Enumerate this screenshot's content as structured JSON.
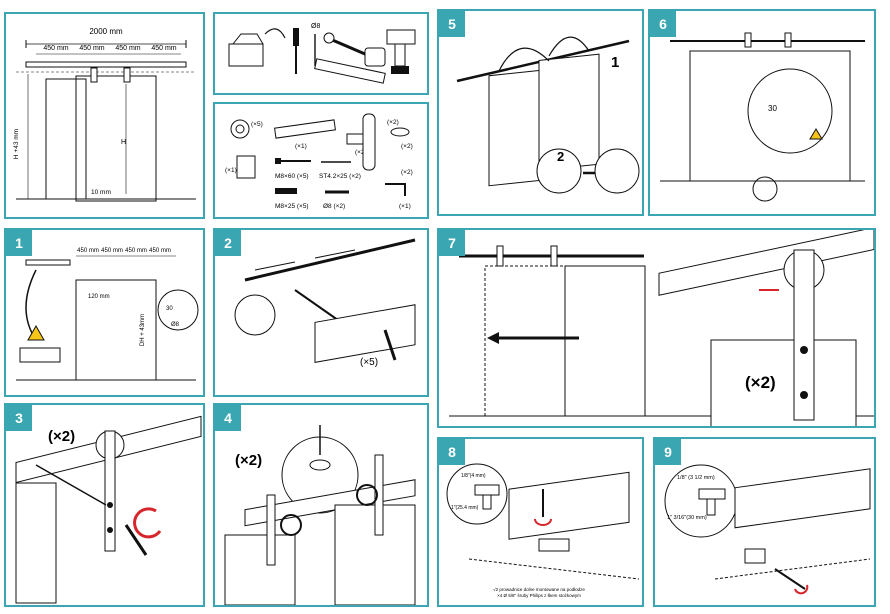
{
  "overview": {
    "total_width": "2000 mm",
    "segments": [
      "450 mm",
      "450 mm",
      "450 mm",
      "450 mm"
    ],
    "height_label": "H +43 mm",
    "h_label": "H",
    "gap_label": "10 mm"
  },
  "parts": {
    "drill_bit": "Ø8",
    "quantities": [
      "(×5)",
      "(×1)",
      "(×2)",
      "(×2)",
      "(×1)",
      "(×2)",
      "(×2)",
      "(×1)"
    ],
    "screw_a": "M8×60 (×5)",
    "screw_b": "ST4.2×25 (×2)",
    "screw_c": "M8×25 (×5)",
    "dowel": "Ø8 (×2)"
  },
  "steps": {
    "s1": {
      "number": "1",
      "segments": [
        "450 mm",
        "450 mm",
        "450 mm",
        "450 mm"
      ],
      "offset": "120 mm",
      "height": "DH + 43mm",
      "drill_depth": "30",
      "drill_dia": "Ø8"
    },
    "s2": {
      "number": "2",
      "count": "(×5)"
    },
    "s3": {
      "number": "3",
      "count": "(×2)"
    },
    "s4": {
      "number": "4",
      "count": "(×2)"
    },
    "s5": {
      "number": "5",
      "label_1": "1",
      "label_2": "2"
    },
    "s6": {
      "number": "6",
      "depth": "30"
    },
    "s7": {
      "number": "7",
      "count": "(×2)"
    },
    "s8": {
      "number": "8",
      "bit_top": "1/8\"(4 mm)",
      "bit_side": "1\"(25.4 mm)",
      "note_line1": "√2 prowadnice dolne montowane na podłodze",
      "note_line2": "×4 Ø 5/8\" śruby Philips z łbem stożkowym"
    },
    "s9": {
      "number": "9",
      "bit_top": "1/8\" (3 1/2 mm)",
      "bit_side": "1\" 3/16\"(30 mm)"
    }
  },
  "colors": {
    "accent": "#3aa6b1",
    "line": "#1a1a1a",
    "warning": "#f5c518",
    "highlight": "#d7262b"
  }
}
